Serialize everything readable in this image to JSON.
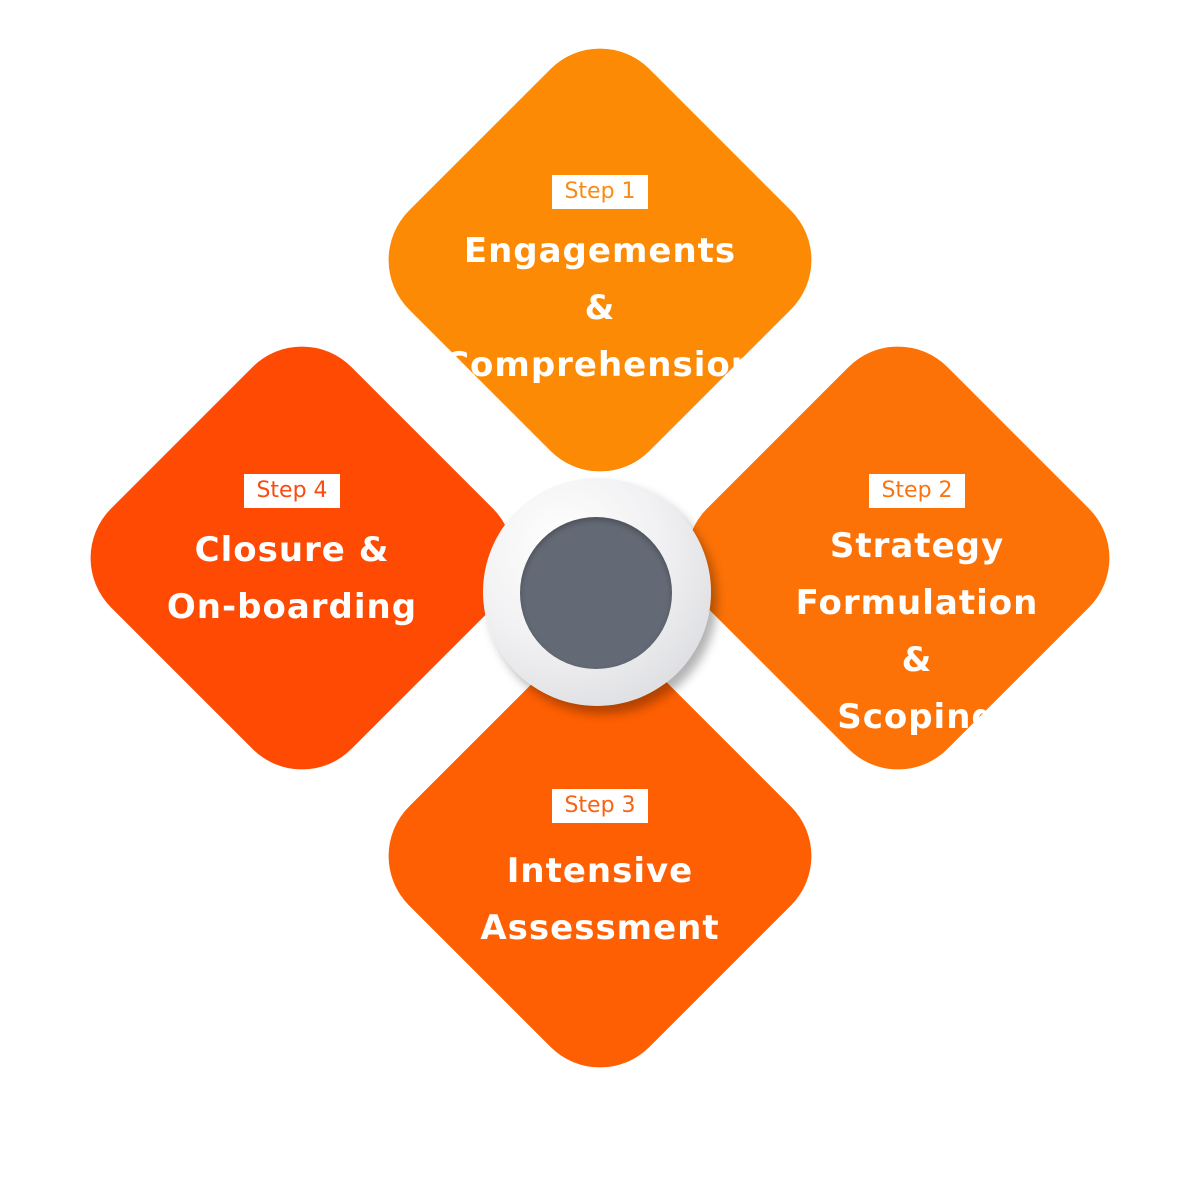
{
  "diagram": {
    "steps": [
      {
        "badge": "Step 1",
        "title_lines": [
          "Engagements",
          "&",
          "Comprehension"
        ],
        "color": "#fc8a05"
      },
      {
        "badge": "Step 2",
        "title_lines": [
          "Strategy",
          "Formulation",
          "&",
          "Scoping"
        ],
        "color": "#fd7206"
      },
      {
        "badge": "Step 3",
        "title_lines": [
          "Intensive",
          "Assessment"
        ],
        "color": "#fe5f02"
      },
      {
        "badge": "Step 4",
        "title_lines": [
          "Closure &",
          "On-boarding"
        ],
        "color": "#fe4a02"
      }
    ],
    "center_colors": {
      "ring": "#f1f1f3",
      "core": "#646a75"
    }
  }
}
